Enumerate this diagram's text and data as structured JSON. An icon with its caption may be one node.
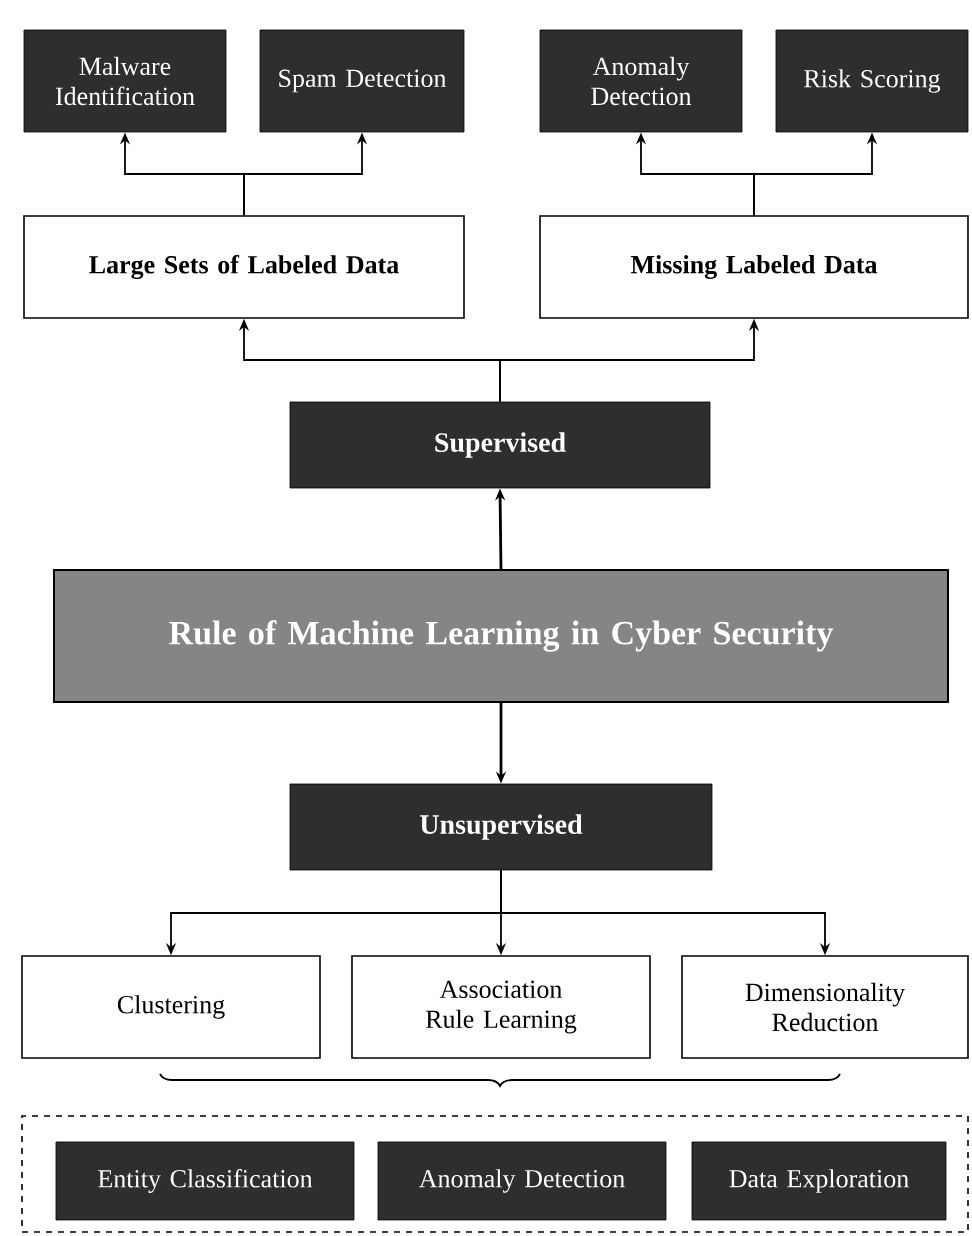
{
  "diagram": {
    "nodes": [
      {
        "text": [
          "Malware Identification"
        ]
      },
      {
        "text": [
          "Spam Detection"
        ]
      },
      {
        "text": [
          "Anomaly Detection"
        ]
      },
      {
        "text": [
          "Risk Scoring"
        ]
      },
      {
        "text": [
          "Large Sets of Labeled Data"
        ]
      },
      {
        "text": [
          "Missing Labeled Data"
        ]
      },
      {
        "text": [
          "Supervised"
        ]
      },
      {
        "text": [
          "Rule of Machine Learning in Cyber Security"
        ]
      },
      {
        "text": [
          "Unsupervised"
        ]
      },
      {
        "text": [
          "Clustering"
        ]
      },
      {
        "text": [
          "Association Rule Learning"
        ]
      },
      {
        "text": [
          "Dimensionality Reduction"
        ]
      },
      {
        "text": [],
        "shape": "box"
      },
      {
        "text": [
          "Entity Classification"
        ],
        "in": 12
      },
      {
        "text": [
          "Anomaly Detection"
        ],
        "in": 12
      },
      {
        "text": [
          "Data Exploration"
        ],
        "in": 12
      }
    ],
    "edges": [
      {
        "from": 4,
        "to": 0,
        "arrow": "to"
      },
      {
        "from": 4,
        "to": 1,
        "arrow": "to"
      },
      {
        "from": 5,
        "to": 2,
        "arrow": "to"
      },
      {
        "from": 5,
        "to": 3,
        "arrow": "to"
      },
      {
        "from": 6,
        "to": 4,
        "arrow": "to"
      },
      {
        "from": 6,
        "to": 5,
        "arrow": "to"
      },
      {
        "from": 7,
        "to": 6,
        "arrow": "to"
      },
      {
        "from": 7,
        "to": 8,
        "arrow": "to"
      },
      {
        "from": 8,
        "to": 9,
        "arrow": "to"
      },
      {
        "from": 8,
        "to": 10,
        "arrow": "to"
      },
      {
        "from": 8,
        "to": 11,
        "arrow": "to"
      }
    ]
  }
}
